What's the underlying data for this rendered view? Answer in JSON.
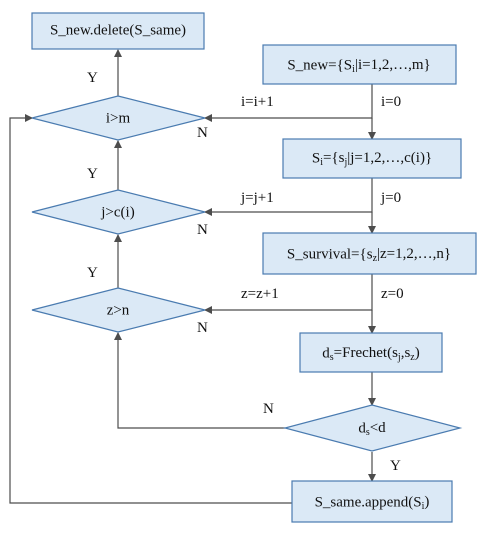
{
  "nodes": {
    "delete_box": "S_new.delete(S_same)",
    "s_new_box": "S_new={S|i=1,2,…,m}",
    "si_box": "S={s|j=1,2,…,c(i)}",
    "survival_box": "S_survival={s|z=1,2,…,n}",
    "frechet_box": "d=Frechet(s,s)",
    "append_box": "S_same.append(S)",
    "dec_i": "i>m",
    "dec_j": "j>c(i)",
    "dec_z": "z>n",
    "dec_ds": "d<d"
  },
  "subscripts": {
    "s_new_i": "i",
    "si_i": "i",
    "si_j": "j",
    "surv_z": "z",
    "frechet_s": "s",
    "frechet_j": "j",
    "frechet_z": "z",
    "append_i": "i",
    "ds_s": "s"
  },
  "edge_labels": {
    "y_i": "Y",
    "y_j": "Y",
    "y_z": "Y",
    "y_ds": "Y",
    "n_i": "N",
    "n_j": "N",
    "n_z": "N",
    "n_ds": "N",
    "i_inc": "i=i+1",
    "i_init": "i=0",
    "j_inc": "j=j+1",
    "j_init": "j=0",
    "z_inc": "z=z+1",
    "z_init": "z=0"
  },
  "colors": {
    "box_fill": "#dbe9f6",
    "box_stroke": "#4a7bb0",
    "line": "#4d4d4d"
  }
}
